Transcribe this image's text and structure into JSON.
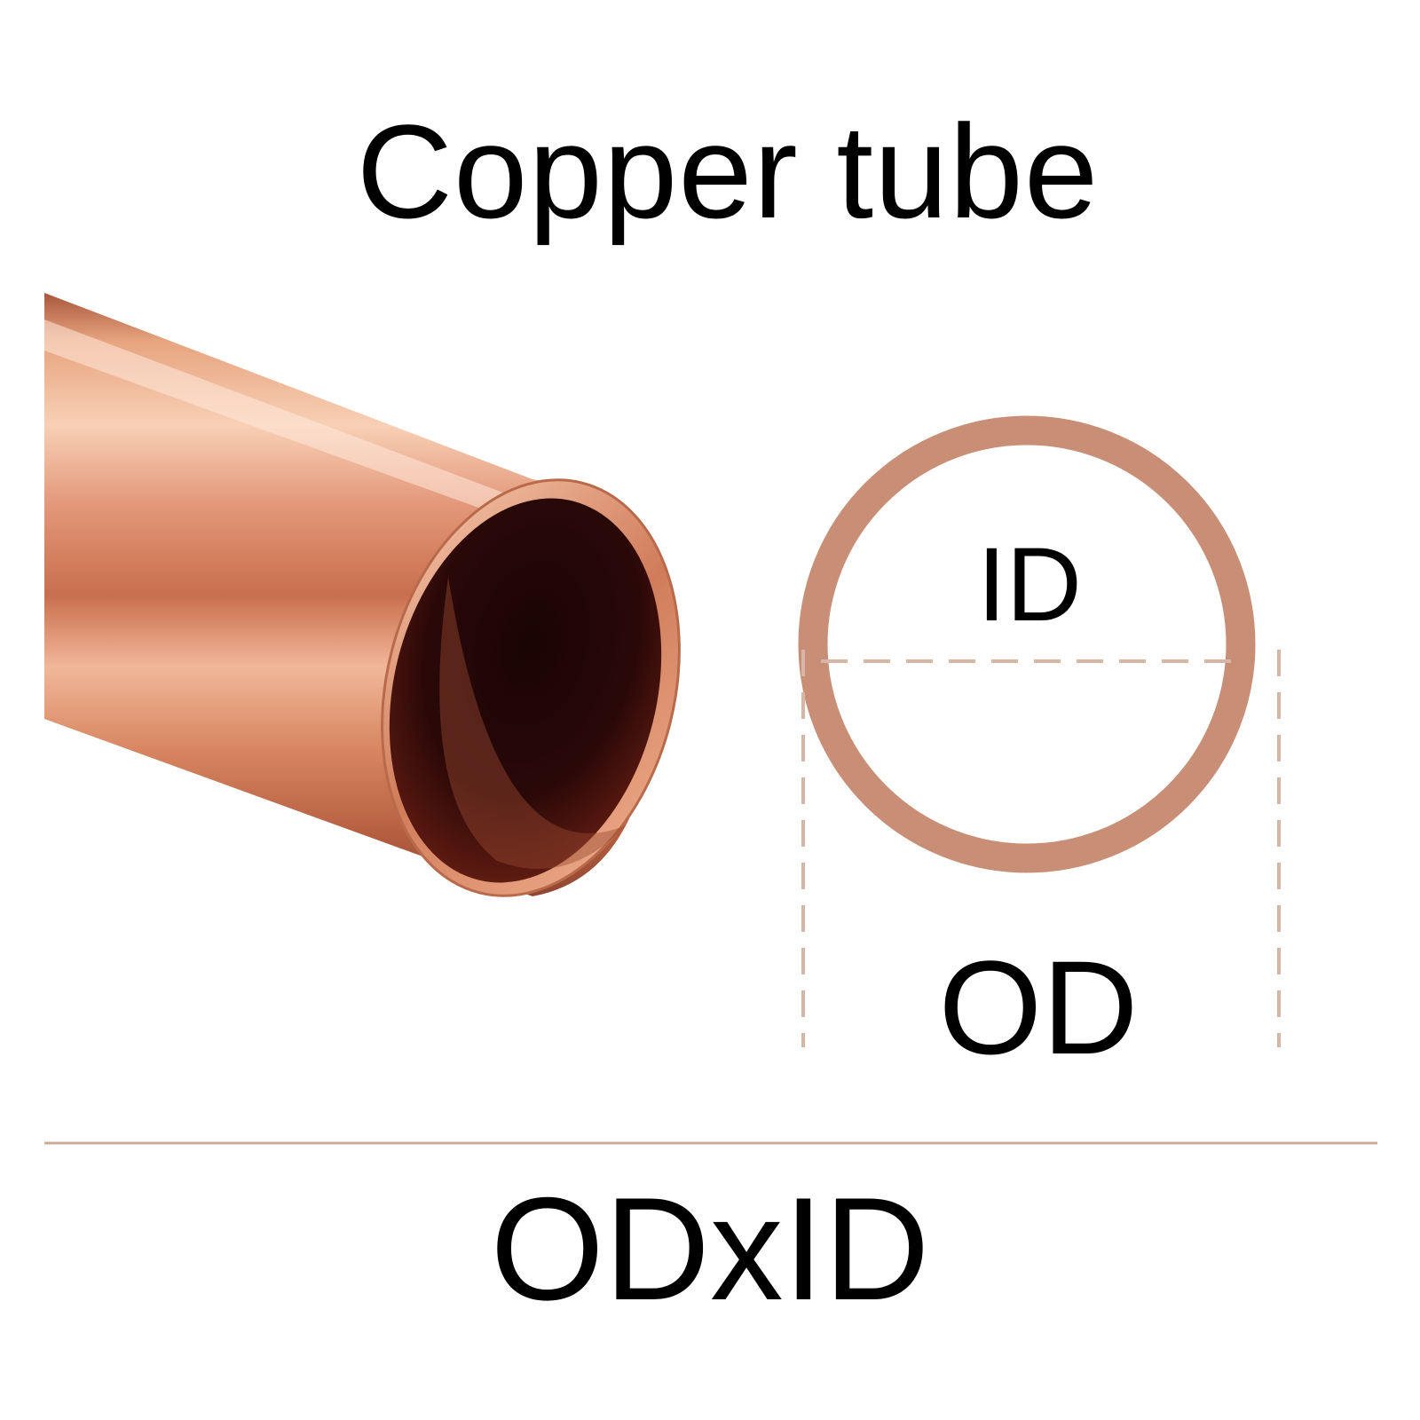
{
  "title": "Copper tube",
  "diagram": {
    "inner_label": "ID",
    "outer_label": "OD",
    "formula": "ODxID"
  },
  "colors": {
    "copper_ring": "#c98f76",
    "dashed_line": "#d7b6a8",
    "divider": "#c9aa9d",
    "text": "#000000"
  },
  "icons": {
    "tube_photo": "copper-tube-illustration",
    "cross_section": "ring-cross-section"
  }
}
